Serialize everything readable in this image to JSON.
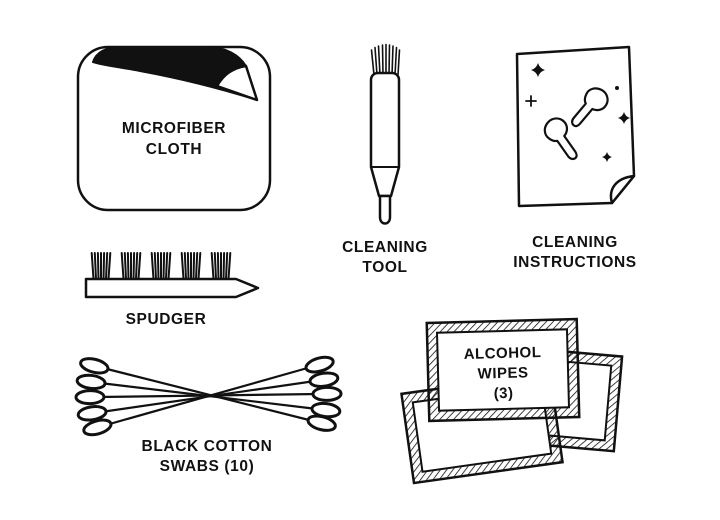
{
  "diagram": {
    "background": "#ffffff",
    "line_color": "#111111",
    "items": {
      "microfiber_cloth": {
        "label": [
          "MICROFIBER",
          "CLOTH"
        ]
      },
      "cleaning_tool": {
        "label": [
          "CLEANING",
          "TOOL"
        ]
      },
      "cleaning_instructions": {
        "label": [
          "CLEANING",
          "INSTRUCTIONS"
        ]
      },
      "spudger": {
        "label": [
          "SPUDGER"
        ]
      },
      "black_cotton_swabs": {
        "label": [
          "BLACK COTTON",
          "SWABS (10)"
        ],
        "quantity": 10
      },
      "alcohol_wipes": {
        "label": [
          "ALCOHOL",
          "WIPES",
          "(3)"
        ],
        "quantity": 3
      }
    }
  }
}
